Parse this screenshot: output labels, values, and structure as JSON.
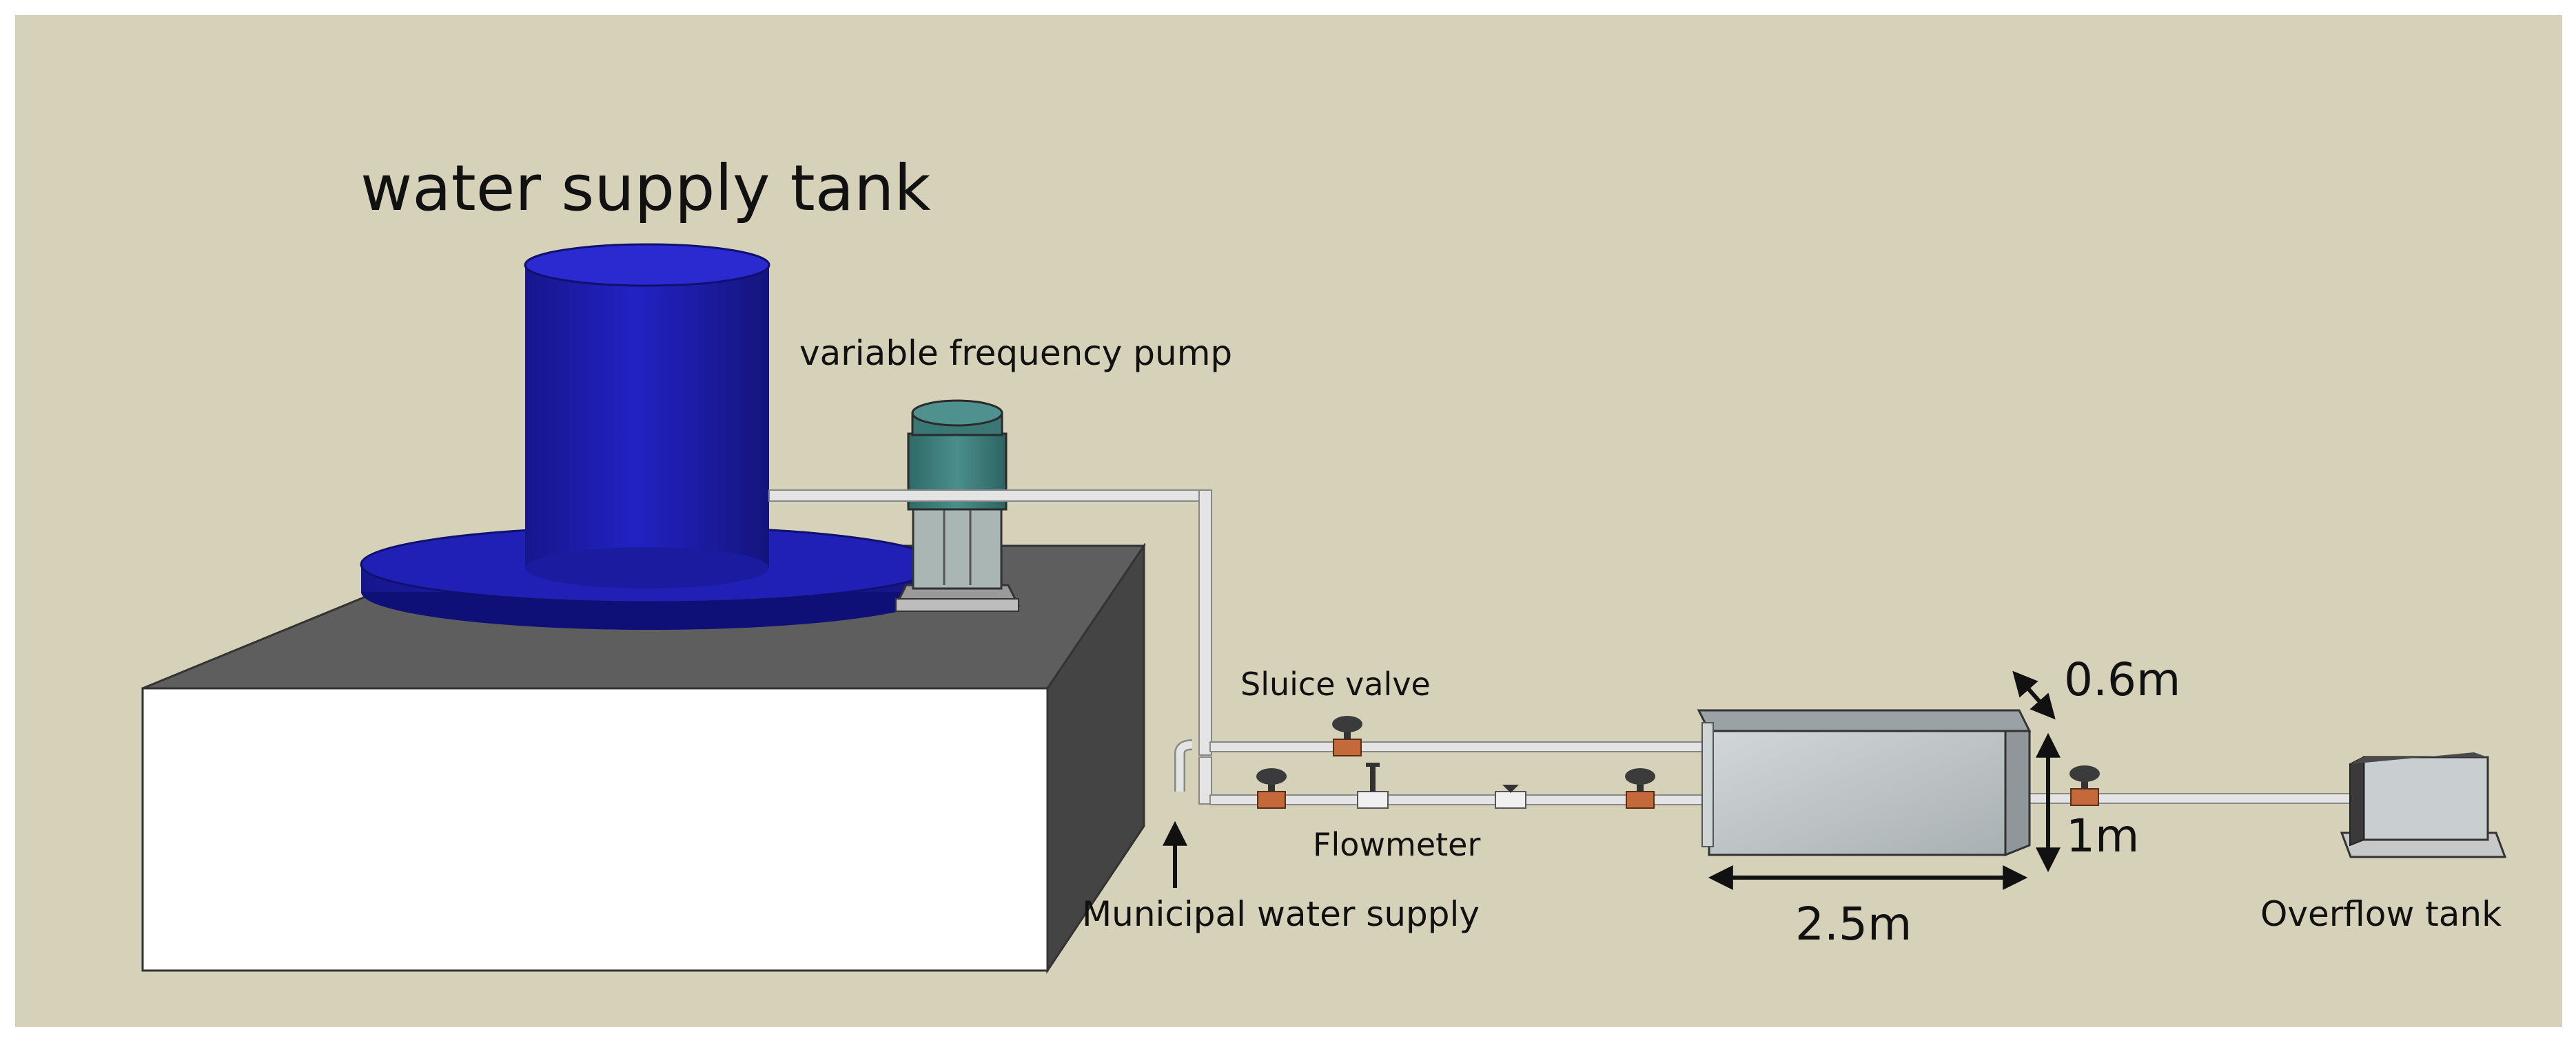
{
  "labels": {
    "water_supply_tank": "water supply tank",
    "variable_frequency_pump": "variable frequency pump",
    "sluice_valve": "Sluice valve",
    "flowmeter": "Flowmeter",
    "municipal_water_supply": "Municipal water supply",
    "dim_width": "0.6m",
    "dim_height": "1m",
    "dim_length": "2.5m",
    "overflow_tank": "Overflow tank"
  },
  "colors": {
    "background": "#d6d2ba",
    "tank_blue": "#1a1aa8",
    "pump_teal": "#3d7d7b",
    "platform_top": "#5f5f5f",
    "platform_front": "#ffffff",
    "pipe": "#e4e4e4",
    "valve_copper": "#c46a3a",
    "flume_gray": "#bcc2c4"
  }
}
